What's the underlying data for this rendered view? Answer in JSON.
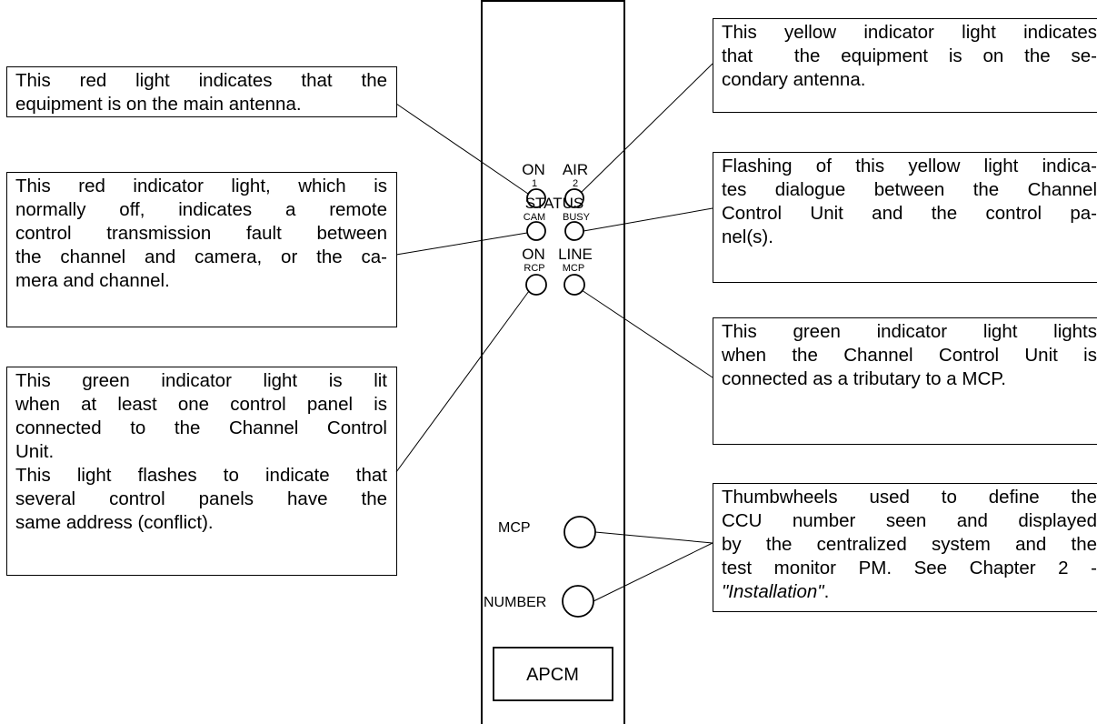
{
  "panel": {
    "led_groups": [
      {
        "top": "ON",
        "left_small": "1",
        "right_top": "AIR",
        "right_small": "2"
      },
      {
        "top": "STATUS",
        "left_small": "CAM",
        "right_small": "BUSY"
      },
      {
        "top": "ON",
        "left_small": "RCP",
        "right_top": "LINE",
        "right_small": "MCP"
      }
    ],
    "thumbwheel_mcp_label": "MCP",
    "thumbwheel_number_label": "NUMBER",
    "module_label": "APCM"
  },
  "callouts": {
    "main_antenna": {
      "lines": [
        "This red light indicates that the",
        "equipment is on the main antenna."
      ]
    },
    "transmission_fault": {
      "lines": [
        "This red indicator light, which is",
        "normally off, indicates a remote",
        "control transmission fault between",
        "the channel and camera, or the ca-",
        "mera and channel."
      ]
    },
    "rcp_on": {
      "lines": [
        "This green indicator light is lit",
        "when at least one control panel is",
        "connected to the Channel Control",
        "Unit.",
        "This light flashes to indicate that",
        "several control panels have the",
        "same address (conflict)."
      ]
    },
    "secondary_antenna": {
      "lines": [
        "This yellow indicator light indicates",
        "that  the equipment is on the se-",
        "condary antenna."
      ]
    },
    "busy": {
      "lines": [
        "Flashing of this yellow light indica-",
        "tes dialogue between the Channel",
        "Control Unit and the control pa-",
        "nel(s)."
      ]
    },
    "line_mcp": {
      "lines": [
        "This green indicator light lights",
        "when the Channel Control Unit is",
        "connected as a tributary to a MCP."
      ]
    },
    "thumbwheels": {
      "lines": [
        "Thumbwheels used to define the",
        "CCU number seen and displayed",
        "by the centralized system and the",
        "test monitor PM. See Chapter 2 -"
      ],
      "last_line_quote": "\"Installation\"",
      "last_line_suffix": "."
    }
  }
}
